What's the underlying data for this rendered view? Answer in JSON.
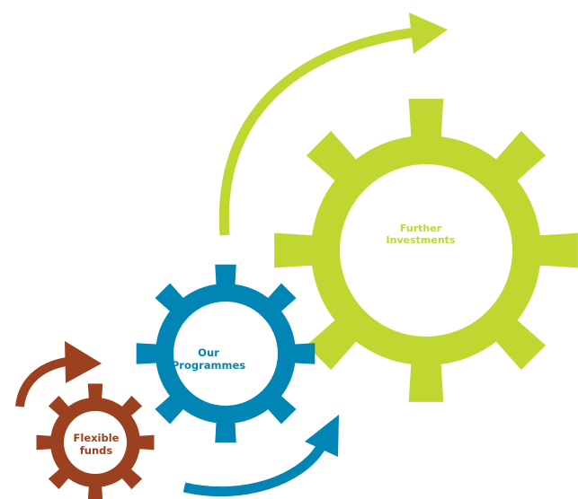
{
  "colors": {
    "green": "#bfd730",
    "blue": "#0085b5",
    "brown": "#9c4120",
    "background": "#ffffff"
  },
  "gears": {
    "green": {
      "line1": "Further",
      "line2": "Investments"
    },
    "blue": {
      "line1": "Our",
      "line2": "Programmes"
    },
    "brown": {
      "line1": "Flexible",
      "line2": "funds"
    }
  },
  "arrows": [
    "green-curved-arrow",
    "blue-curved-arrow",
    "brown-curved-arrow"
  ]
}
